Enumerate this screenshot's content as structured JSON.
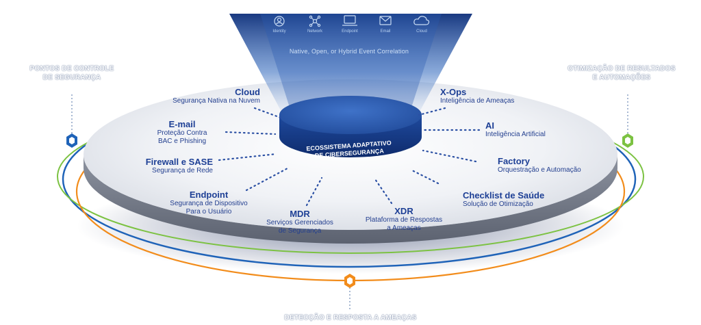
{
  "top_icons": [
    {
      "name": "identity-icon",
      "label": "Identity"
    },
    {
      "name": "network-icon",
      "label": "Network"
    },
    {
      "name": "endpoint-icon",
      "label": "Endpoint"
    },
    {
      "name": "email-icon",
      "label": "Email"
    },
    {
      "name": "cloud-icon",
      "label": "Cloud"
    }
  ],
  "event_correlation": "Native, Open, or Hybrid Event Correlation",
  "center": {
    "line1": "ECOSSISTEMA ADAPTATIVO",
    "line2": "DE CIBERSEGURANÇA"
  },
  "side_labels": {
    "left": {
      "line1": "PONTOS DE CONTROLE",
      "line2": "DE SEGURANÇA"
    },
    "right": {
      "line1": "OTIMIZAÇÃO DE RESULTADOS",
      "line2": "E AUTOMAÇÕES"
    },
    "bottom": "DETECÇÃO E RESPOSTA A AMEAÇAS"
  },
  "left_items": [
    {
      "title": "Cloud",
      "sub1": "Segurança Nativa na Nuvem",
      "sub2": ""
    },
    {
      "title": "E-mail",
      "sub1": "Proteção Contra",
      "sub2": "BAC e Phishing"
    },
    {
      "title": "Firewall e SASE",
      "sub1": "Segurança de Rede",
      "sub2": ""
    },
    {
      "title": "Endpoint",
      "sub1": "Segurança de Dispositivo",
      "sub2": "Para o Usuário"
    }
  ],
  "bottom_items": [
    {
      "title": "MDR",
      "sub1": "Serviços Gerenciados",
      "sub2": "de Segurança"
    },
    {
      "title": "XDR",
      "sub1": "Plataforma de Respostas",
      "sub2": "a Ameaças"
    }
  ],
  "right_items": [
    {
      "title": "X-Ops",
      "sub1": "Inteligência de Ameaças"
    },
    {
      "title": "AI",
      "sub1": "Inteligência Artificial"
    },
    {
      "title": "Factory",
      "sub1": "Orquestração e Automação"
    },
    {
      "title": "Checklist de Saúde",
      "sub1": "Solução de Otimização"
    }
  ],
  "colors": {
    "accent_blue": "#1d3f95",
    "orbit_blue": "#1f63b8",
    "orbit_green": "#7cc242",
    "orbit_orange": "#f28c1b",
    "cylinder_top": "#2f5fb6",
    "cylinder_side": "#163a87"
  }
}
